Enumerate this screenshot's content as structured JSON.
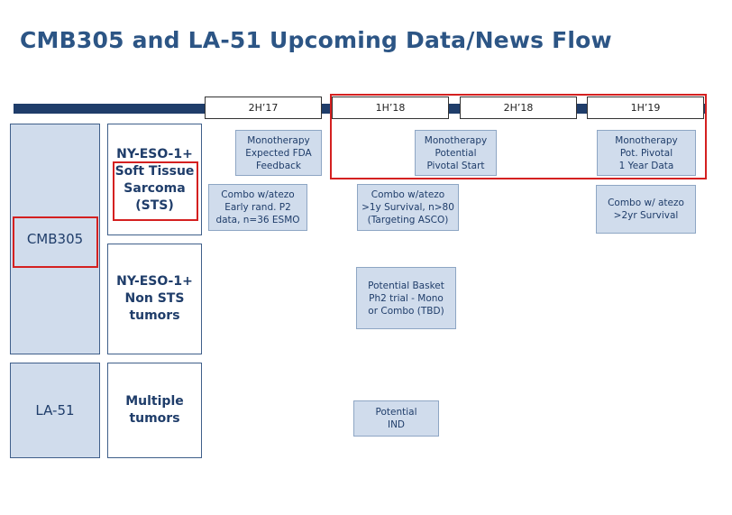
{
  "title": "CMB305 and LA-51 Upcoming Data/News Flow",
  "periods": [
    "2H’17",
    "1H’18",
    "2H’18",
    "1H’19"
  ],
  "rows": {
    "cmb305": "CMB305",
    "la51": "LA-51"
  },
  "sublabels": {
    "sts_line1": "NY-ESO-1+",
    "sts_line2": "Soft Tissue",
    "sts_line3": "Sarcoma",
    "sts_line4": "(STS)",
    "nonsts_line1": "NY-ESO-1+",
    "nonsts_line2": "Non STS",
    "nonsts_line3": "tumors",
    "multi_line1": "Multiple",
    "multi_line2": "tumors"
  },
  "events": {
    "mono_2h17": [
      "Monotherapy",
      "Expected FDA",
      "Feedback"
    ],
    "combo_2h17": [
      "Combo w/atezo",
      "Early rand. P2",
      "data, n=36 ESMO"
    ],
    "mono_1h18": [
      "Monotherapy",
      "Potential",
      "Pivotal Start"
    ],
    "combo_1h18": [
      "Combo w/atezo",
      ">1y Survival, n>80",
      "(Targeting ASCO)"
    ],
    "basket_1h18": [
      "Potential Basket",
      "Ph2 trial - Mono",
      "or Combo (TBD)"
    ],
    "ind_1h18": [
      "Potential",
      "IND"
    ],
    "mono_1h19": [
      "Monotherapy",
      "Pot. Pivotal",
      "1 Year Data"
    ],
    "combo_1h19": [
      "Combo w/ atezo",
      ">2yr Survival"
    ]
  },
  "colors": {
    "title": "#2c5585",
    "bar": "#1f3d6a",
    "box_fill": "#d0dcec",
    "highlight": "#d42020"
  }
}
